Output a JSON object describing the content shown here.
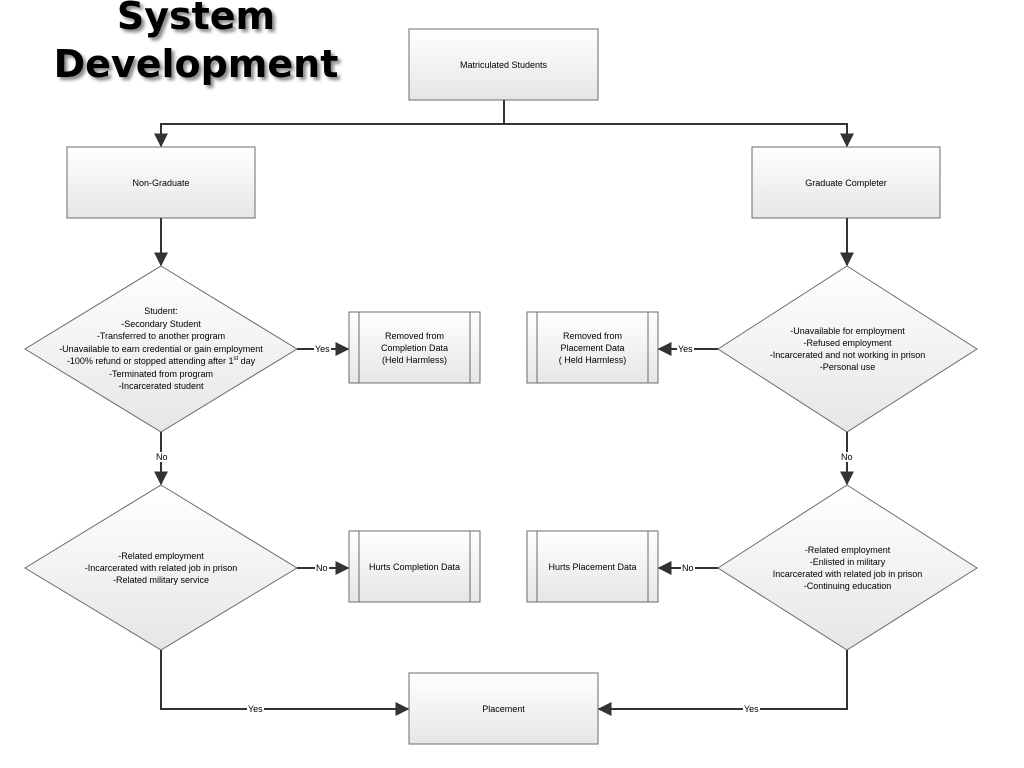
{
  "title": {
    "line1": "System",
    "line2": "Development"
  },
  "nodes": {
    "matriculated": "Matriculated Students",
    "non_graduate": "Non-Graduate",
    "graduate_completer": "Graduate Completer",
    "placement": "Placement",
    "hurts_completion": "Hurts Completion Data",
    "hurts_placement": "Hurts Placement Data",
    "removed_completion": [
      "Removed from",
      "Completion Data",
      "(Held Harmless)"
    ],
    "removed_placement": [
      "Removed from",
      "Placement Data",
      "( Held Harmless)"
    ]
  },
  "decisions": {
    "left_top": [
      "Student:",
      "-Secondary Student",
      "-Transferred to another program",
      "-Unavailable to earn credential or gain employment",
      "-100% refund or stopped attending after 1",
      "-Terminated from program",
      "-Incarcerated student"
    ],
    "left_top_sup": "st",
    "left_top_sup_tail": " day",
    "right_top": [
      "-Unavailable for employment",
      "-Refused employment",
      "-Incarcerated and not working in prison",
      "-Personal use"
    ],
    "left_bottom": [
      "-Related employment",
      "-Incarcerated with related job in prison",
      "-Related military service"
    ],
    "right_bottom": [
      "-Related employment",
      "-Enlisted in military",
      "Incarcerated with related job in prison",
      "-Continuing education"
    ]
  },
  "edge_labels": {
    "yes": "Yes",
    "no": "No"
  },
  "colors": {
    "line": "#333333",
    "box_fill_top": "#ffffff",
    "box_fill_bottom": "#e9e9e9",
    "box_border": "#6b6b6b"
  }
}
